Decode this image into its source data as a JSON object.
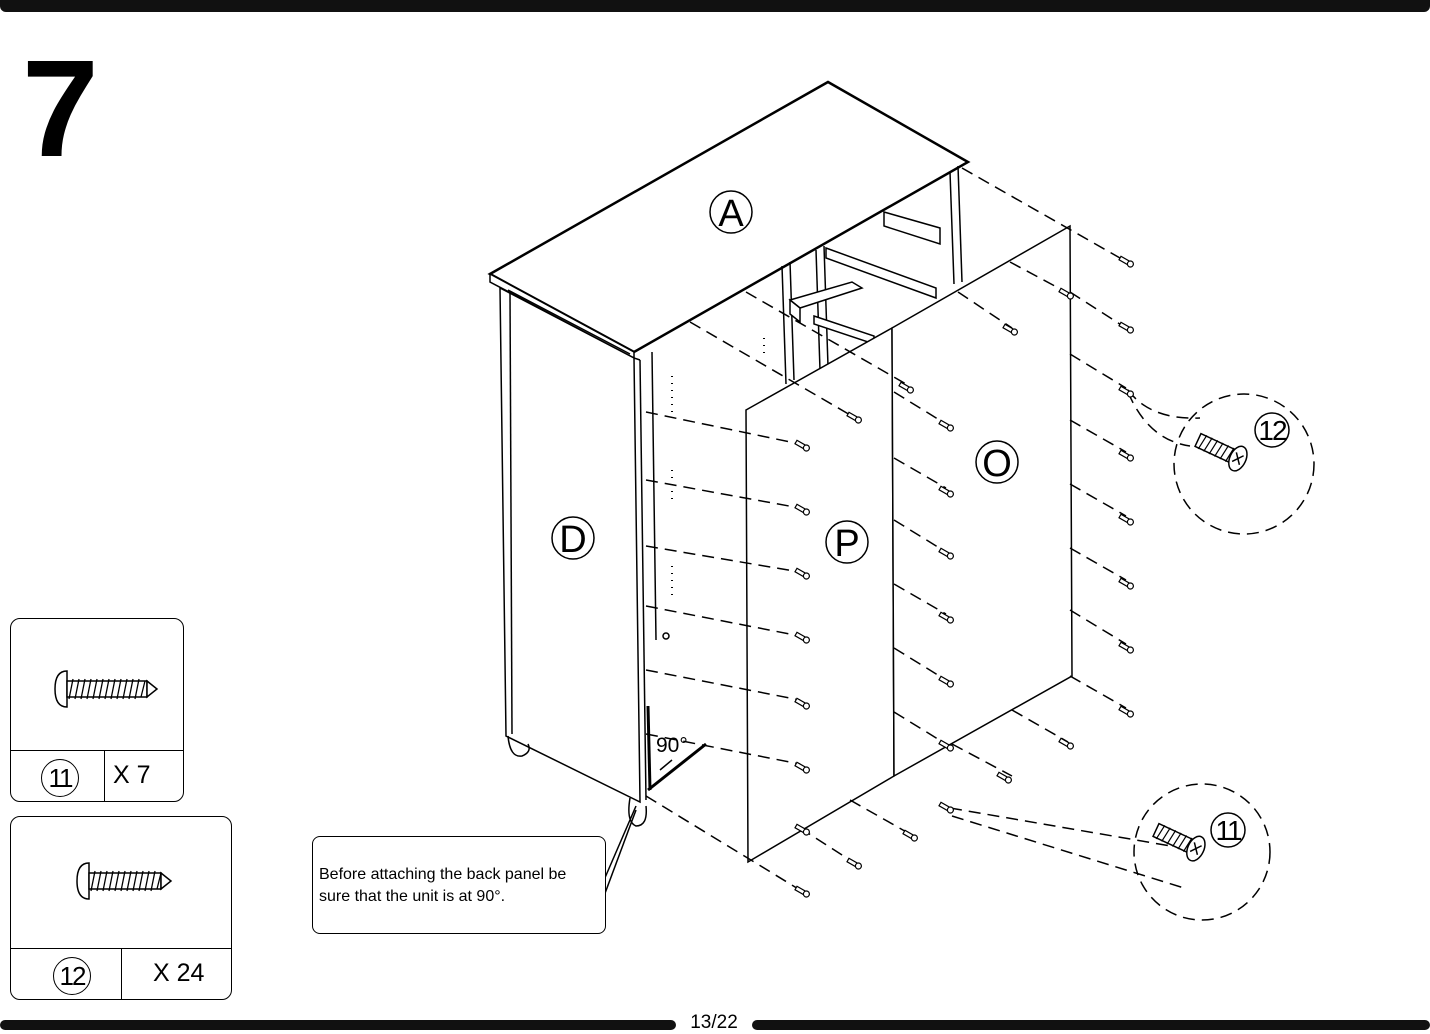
{
  "step_number": "7",
  "page_number": "13/22",
  "panel_labels": {
    "top": "A",
    "side": "D",
    "back_left": "P",
    "back_right": "O"
  },
  "angle_label": "90°",
  "note": {
    "line1": "Before attaching the back panel be",
    "line2": "sure that the unit is at 90°."
  },
  "parts": [
    {
      "number": "11",
      "quantity": "X 7",
      "icon": "screw-icon"
    },
    {
      "number": "12",
      "quantity": "X 24",
      "icon": "screw-icon"
    }
  ],
  "callouts": [
    {
      "number": "12",
      "icon": "screw-icon"
    },
    {
      "number": "11",
      "icon": "screw-icon"
    }
  ]
}
